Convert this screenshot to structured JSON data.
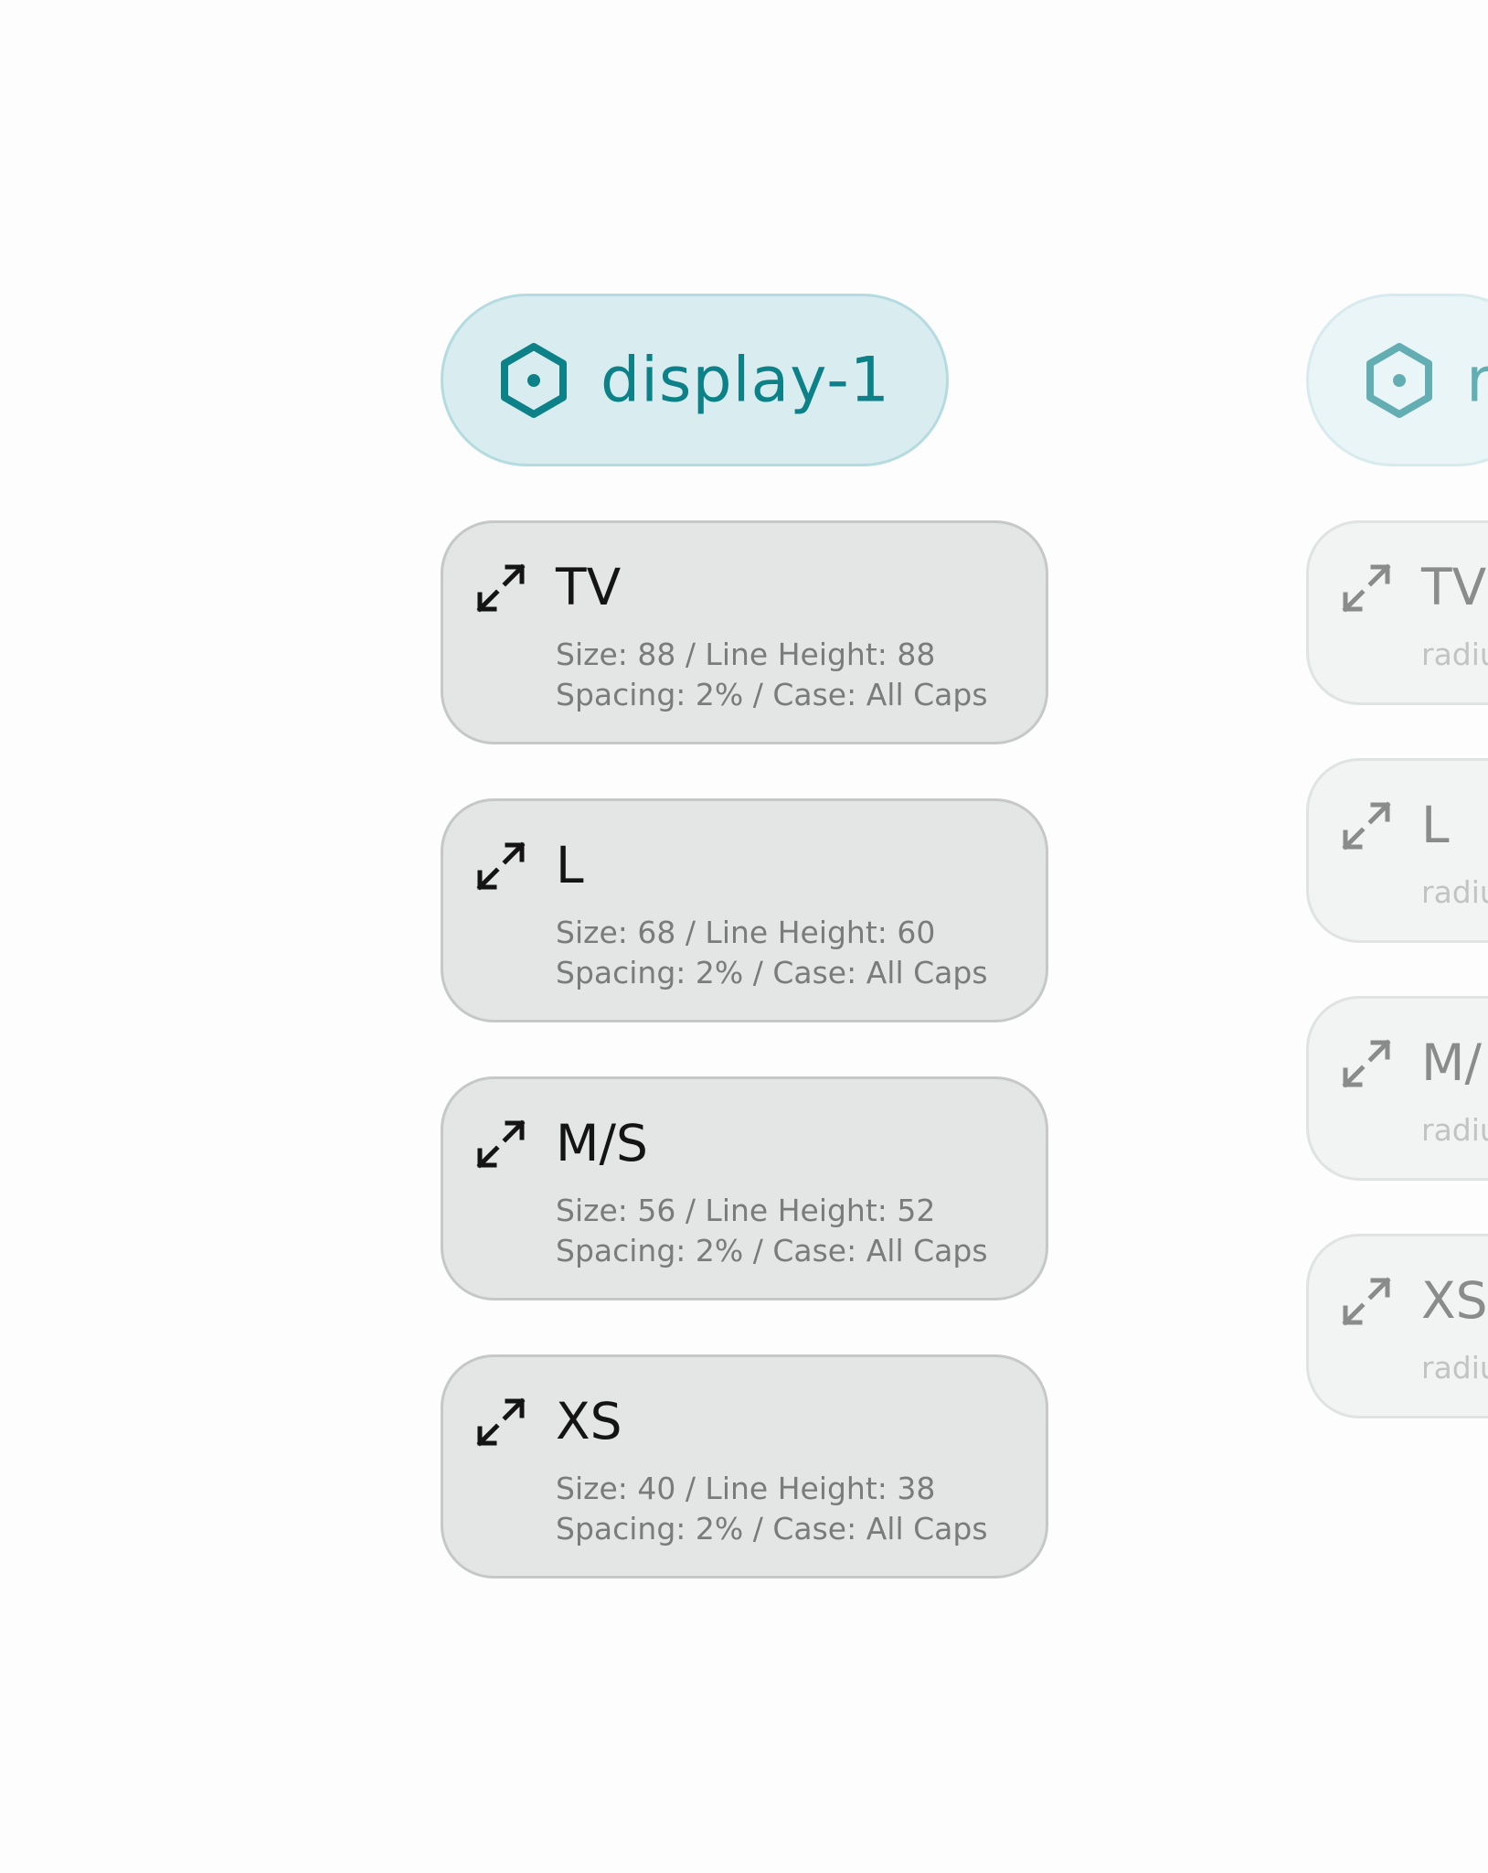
{
  "colors": {
    "token_text": "#0c8288",
    "token_fill": "#d9edf0",
    "card_fill": "#e4e5e5",
    "card_border": "#c6c7c7",
    "title_text": "#141414",
    "detail_text": "#7a7b7b"
  },
  "columns": [
    {
      "token": {
        "icon": "hexagon-dot-icon",
        "label": "display-1"
      },
      "cards": [
        {
          "icon": "expand-icon",
          "title": "TV",
          "line1": "Size: 88 / Line Height: 88",
          "line2": "Spacing: 2% / Case: All Caps"
        },
        {
          "icon": "expand-icon",
          "title": "L",
          "line1": "Size: 68 / Line Height: 60",
          "line2": "Spacing: 2% / Case: All Caps"
        },
        {
          "icon": "expand-icon",
          "title": "M/S",
          "line1": "Size: 56 / Line Height: 52",
          "line2": "Spacing: 2% / Case: All Caps"
        },
        {
          "icon": "expand-icon",
          "title": "XS",
          "line1": "Size: 40 / Line Height: 38",
          "line2": "Spacing: 2% / Case: All Caps"
        }
      ]
    },
    {
      "token": {
        "icon": "hexagon-dot-icon",
        "label": "r"
      },
      "cards": [
        {
          "icon": "expand-icon",
          "title": "TV",
          "line1": "radiu"
        },
        {
          "icon": "expand-icon",
          "title": "L",
          "line1": "radiu"
        },
        {
          "icon": "expand-icon",
          "title": "M/",
          "line1": "radiu"
        },
        {
          "icon": "expand-icon",
          "title": "XS",
          "line1": "radiu"
        }
      ]
    }
  ]
}
